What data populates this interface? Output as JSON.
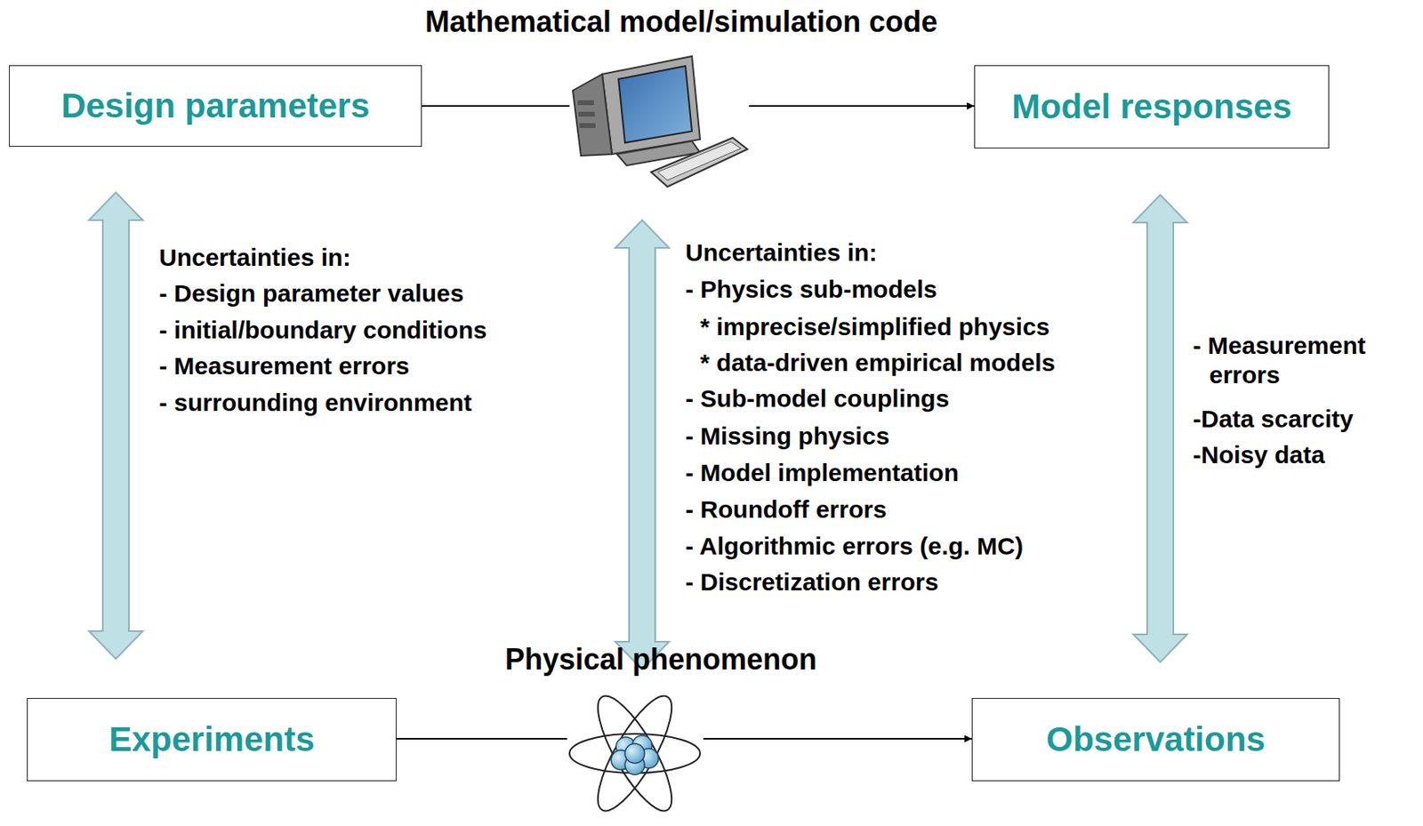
{
  "diagram": {
    "nodes": [
      {
        "text": [
          "Design parameters"
        ]
      },
      {
        "text": [
          "Mathematical model/simulation code"
        ]
      },
      {
        "text": [
          "Model responses"
        ]
      },
      {
        "text": [
          "Experiments"
        ]
      },
      {
        "text": [
          "Physical phenomenon"
        ]
      },
      {
        "text": [
          "Observations"
        ]
      }
    ],
    "edges": [
      {
        "from": 0,
        "to": 1,
        "arrow": "none"
      },
      {
        "from": 1,
        "to": 2,
        "arrow": "to"
      },
      {
        "from": 3,
        "to": 4,
        "arrow": "none"
      },
      {
        "from": 4,
        "to": 5,
        "arrow": "to"
      },
      {
        "from": 0,
        "to": 3,
        "arrow": "both"
      },
      {
        "from": 1,
        "to": 4,
        "arrow": "both"
      },
      {
        "from": 2,
        "to": 5,
        "arrow": "both"
      }
    ],
    "labels": [
      "Uncertainties in:",
      "- Design parameter values",
      "- initial/boundary conditions",
      "- Measurement errors",
      "- surrounding environment",
      "Uncertainties in:",
      "- Physics sub-models",
      "* imprecise/simplified physics",
      "* data-driven empirical models",
      "- Sub-model couplings",
      "- Missing physics",
      "- Model implementation",
      "- Roundoff errors",
      "- Algorithmic errors (e.g. MC)",
      "- Discretization errors",
      "- Measurement errors",
      "-Data scarcity",
      "-Noisy data"
    ]
  }
}
